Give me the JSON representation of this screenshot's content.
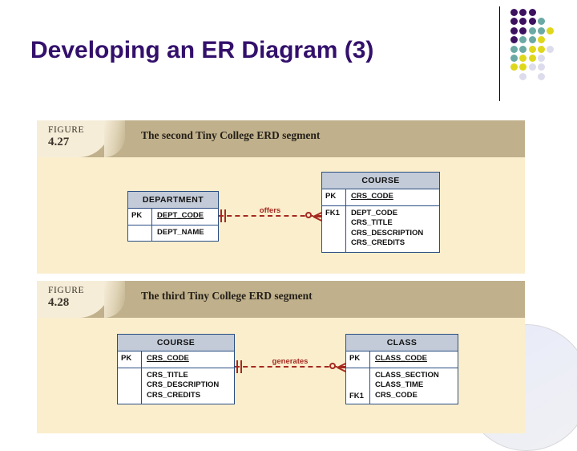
{
  "slide": {
    "title": "Developing an ER Diagram (3)",
    "title_color": "#33106b",
    "background": "#ffffff"
  },
  "decor": {
    "divider_color": "#000000",
    "arc_name": "corner-arc",
    "palette": {
      "purple": "#3c1160",
      "teal": "#6aa9a4",
      "yellow": "#dfd71a",
      "lavender": "#dcdcec"
    },
    "dots": [
      {
        "row": 0,
        "col": 0,
        "color": "#3c1160"
      },
      {
        "row": 0,
        "col": 1,
        "color": "#3c1160"
      },
      {
        "row": 0,
        "col": 2,
        "color": "#3c1160"
      },
      {
        "row": 1,
        "col": 0,
        "color": "#3c1160"
      },
      {
        "row": 1,
        "col": 1,
        "color": "#3c1160"
      },
      {
        "row": 1,
        "col": 2,
        "color": "#3c1160"
      },
      {
        "row": 1,
        "col": 3,
        "color": "#6aa9a4"
      },
      {
        "row": 2,
        "col": 0,
        "color": "#3c1160"
      },
      {
        "row": 2,
        "col": 1,
        "color": "#3c1160"
      },
      {
        "row": 2,
        "col": 2,
        "color": "#6aa9a4"
      },
      {
        "row": 2,
        "col": 3,
        "color": "#6aa9a4"
      },
      {
        "row": 2,
        "col": 4,
        "color": "#dfd71a"
      },
      {
        "row": 3,
        "col": 0,
        "color": "#3c1160"
      },
      {
        "row": 3,
        "col": 1,
        "color": "#6aa9a4"
      },
      {
        "row": 3,
        "col": 2,
        "color": "#6aa9a4"
      },
      {
        "row": 3,
        "col": 3,
        "color": "#dfd71a"
      },
      {
        "row": 4,
        "col": 0,
        "color": "#6aa9a4"
      },
      {
        "row": 4,
        "col": 1,
        "color": "#6aa9a4"
      },
      {
        "row": 4,
        "col": 2,
        "color": "#dfd71a"
      },
      {
        "row": 4,
        "col": 3,
        "color": "#dfd71a"
      },
      {
        "row": 4,
        "col": 4,
        "color": "#dcdcec"
      },
      {
        "row": 5,
        "col": 0,
        "color": "#6aa9a4"
      },
      {
        "row": 5,
        "col": 1,
        "color": "#dfd71a"
      },
      {
        "row": 5,
        "col": 2,
        "color": "#dfd71a"
      },
      {
        "row": 5,
        "col": 3,
        "color": "#dcdcec"
      },
      {
        "row": 6,
        "col": 0,
        "color": "#dfd71a"
      },
      {
        "row": 6,
        "col": 1,
        "color": "#dfd71a"
      },
      {
        "row": 6,
        "col": 2,
        "color": "#dcdcec"
      },
      {
        "row": 6,
        "col": 3,
        "color": "#dcdcec"
      },
      {
        "row": 7,
        "col": 1,
        "color": "#dcdcec"
      },
      {
        "row": 7,
        "col": 3,
        "color": "#dcdcec"
      }
    ]
  },
  "figures": [
    {
      "label_word": "FIGURE",
      "label_number": "4.27",
      "caption": "The second Tiny College ERD segment",
      "entities": [
        {
          "name": "DEPARTMENT",
          "sections": [
            {
              "key": "PK",
              "attrs": [
                {
                  "text": "DEPT_CODE",
                  "pk": true
                }
              ]
            },
            {
              "key": "",
              "attrs": [
                {
                  "text": "DEPT_NAME",
                  "pk": false
                }
              ]
            }
          ]
        },
        {
          "name": "COURSE",
          "sections": [
            {
              "key": "PK",
              "attrs": [
                {
                  "text": "CRS_CODE",
                  "pk": true
                }
              ]
            },
            {
              "key": "FK1",
              "attrs": [
                {
                  "text": "DEPT_CODE",
                  "pk": false
                },
                {
                  "text": "CRS_TITLE",
                  "pk": false
                },
                {
                  "text": "CRS_DESCRIPTION",
                  "pk": false
                },
                {
                  "text": "CRS_CREDITS",
                  "pk": false
                }
              ]
            }
          ]
        }
      ],
      "relationship": {
        "label": "offers",
        "left_cardinality": "one-and-only-one",
        "right_cardinality": "zero-or-many",
        "color": "#a52a20"
      }
    },
    {
      "label_word": "FIGURE",
      "label_number": "4.28",
      "caption": "The third Tiny College ERD segment",
      "entities": [
        {
          "name": "COURSE",
          "sections": [
            {
              "key": "PK",
              "attrs": [
                {
                  "text": "CRS_CODE",
                  "pk": true
                }
              ]
            },
            {
              "key": "",
              "attrs": [
                {
                  "text": "CRS_TITLE",
                  "pk": false
                },
                {
                  "text": "CRS_DESCRIPTION",
                  "pk": false
                },
                {
                  "text": "CRS_CREDITS",
                  "pk": false
                }
              ]
            }
          ]
        },
        {
          "name": "CLASS",
          "sections": [
            {
              "key": "PK",
              "attrs": [
                {
                  "text": "CLASS_CODE",
                  "pk": true
                }
              ]
            },
            {
              "key": "FK1",
              "attrs": [
                {
                  "text": "CLASS_SECTION",
                  "pk": false
                },
                {
                  "text": "CLASS_TIME",
                  "pk": false
                },
                {
                  "text": "CRS_CODE",
                  "pk": false
                }
              ]
            }
          ]
        }
      ],
      "relationship": {
        "label": "generates",
        "left_cardinality": "one-and-only-one",
        "right_cardinality": "zero-or-many",
        "color": "#a52a20"
      }
    }
  ]
}
